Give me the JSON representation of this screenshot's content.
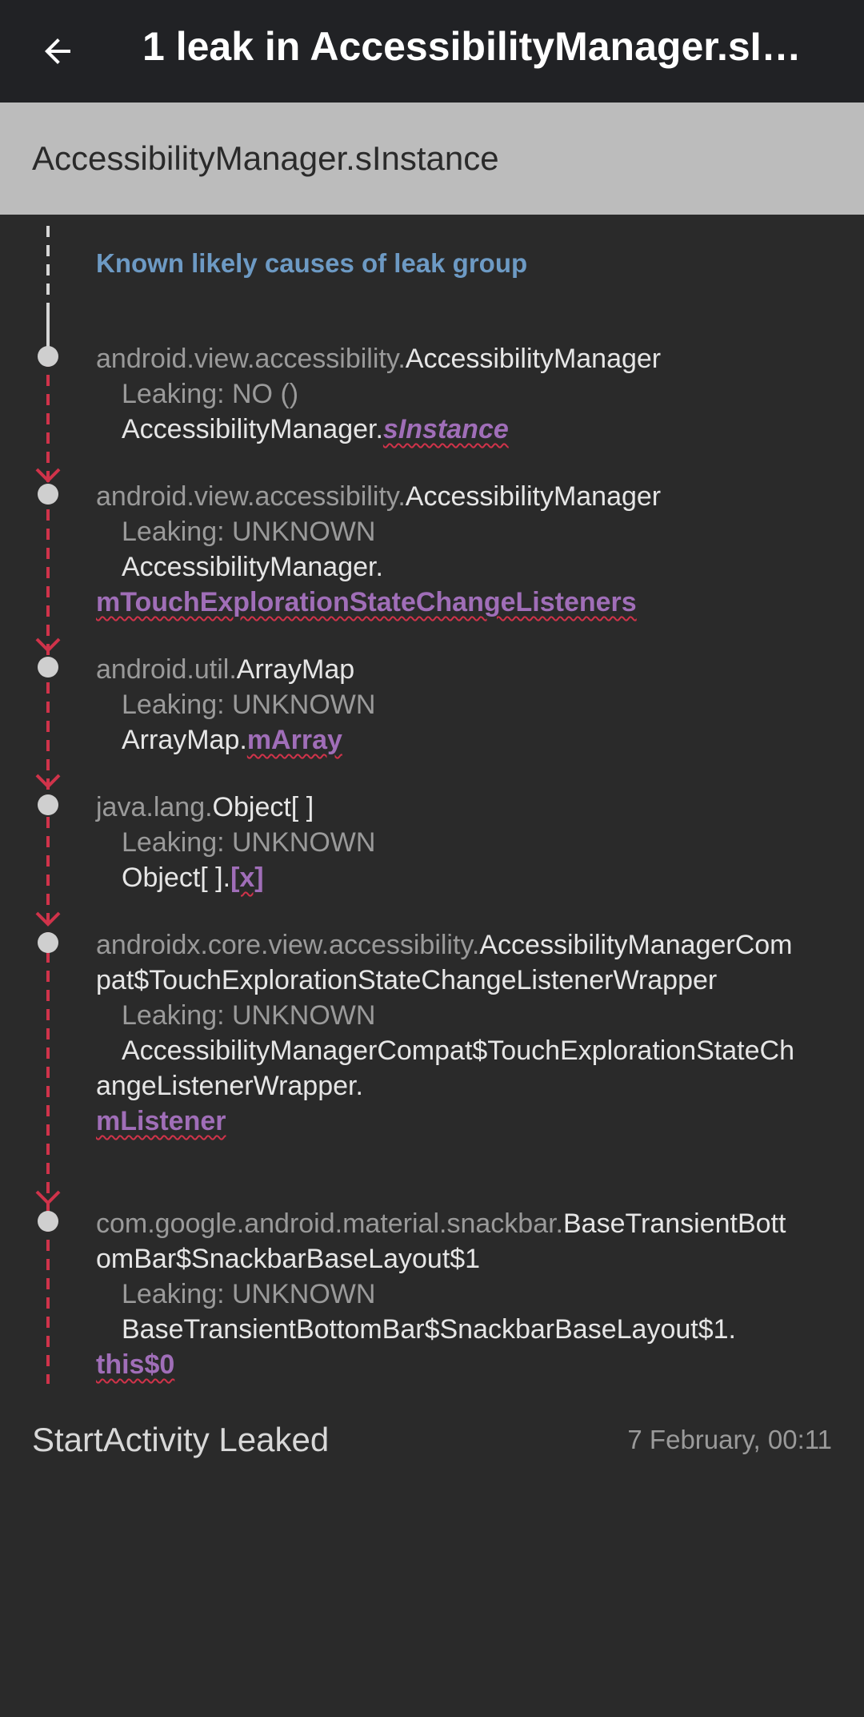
{
  "app_bar": {
    "title": "1 leak in AccessibilityManager.sInstance",
    "back_icon": "arrow-back-icon"
  },
  "header": {
    "title": "AccessibilityManager.sInstance"
  },
  "trace": {
    "known_causes_label": "Known likely causes of leak group",
    "nodes": [
      {
        "package": "android.view.accessibility.",
        "class_name": "AccessibilityManager",
        "leaking": "Leaking: NO ()",
        "ref_prefix": "AccessibilityManager.",
        "ref_field": "sInstance"
      },
      {
        "package": "android.view.accessibility.",
        "class_name": "AccessibilityManager",
        "leaking": "Leaking: UNKNOWN",
        "ref_prefix": "AccessibilityManager.",
        "ref_field": "mTouchExplorationStateChangeListeners"
      },
      {
        "package": "android.util.",
        "class_name": "ArrayMap",
        "leaking": "Leaking: UNKNOWN",
        "ref_prefix": "ArrayMap.",
        "ref_field": "mArray"
      },
      {
        "package": "java.lang.",
        "class_name": "Object[ ]",
        "leaking": "Leaking: UNKNOWN",
        "ref_prefix": "Object[ ].",
        "ref_field": "[x]"
      },
      {
        "package": "androidx.core.view.accessibility.",
        "class_name": "AccessibilityManagerCompat$TouchExplorationStateChangeListenerWrapper",
        "leaking": "Leaking: UNKNOWN",
        "ref_prefix": "AccessibilityManagerCompat$TouchExplorationStateChangeListenerWrapper.",
        "ref_field": "mListener"
      },
      {
        "package": "com.google.android.material.snackbar.",
        "class_name": "BaseTransientBottomBar$SnackbarBaseLayout$1",
        "leaking": "Leaking: UNKNOWN",
        "ref_prefix": "BaseTransientBottomBar$SnackbarBaseLayout$1.",
        "ref_field": "this$0"
      }
    ]
  },
  "footer": {
    "title": "StartActivity Leaked",
    "date": "7 February, 00:11"
  },
  "colors": {
    "app_bar": "#212225",
    "header": "#bcbcbc",
    "background": "#2a2a2a",
    "accent_blue": "#6d9ac4",
    "field_purple": "#a06eb8",
    "leak_red": "#d0334a"
  }
}
